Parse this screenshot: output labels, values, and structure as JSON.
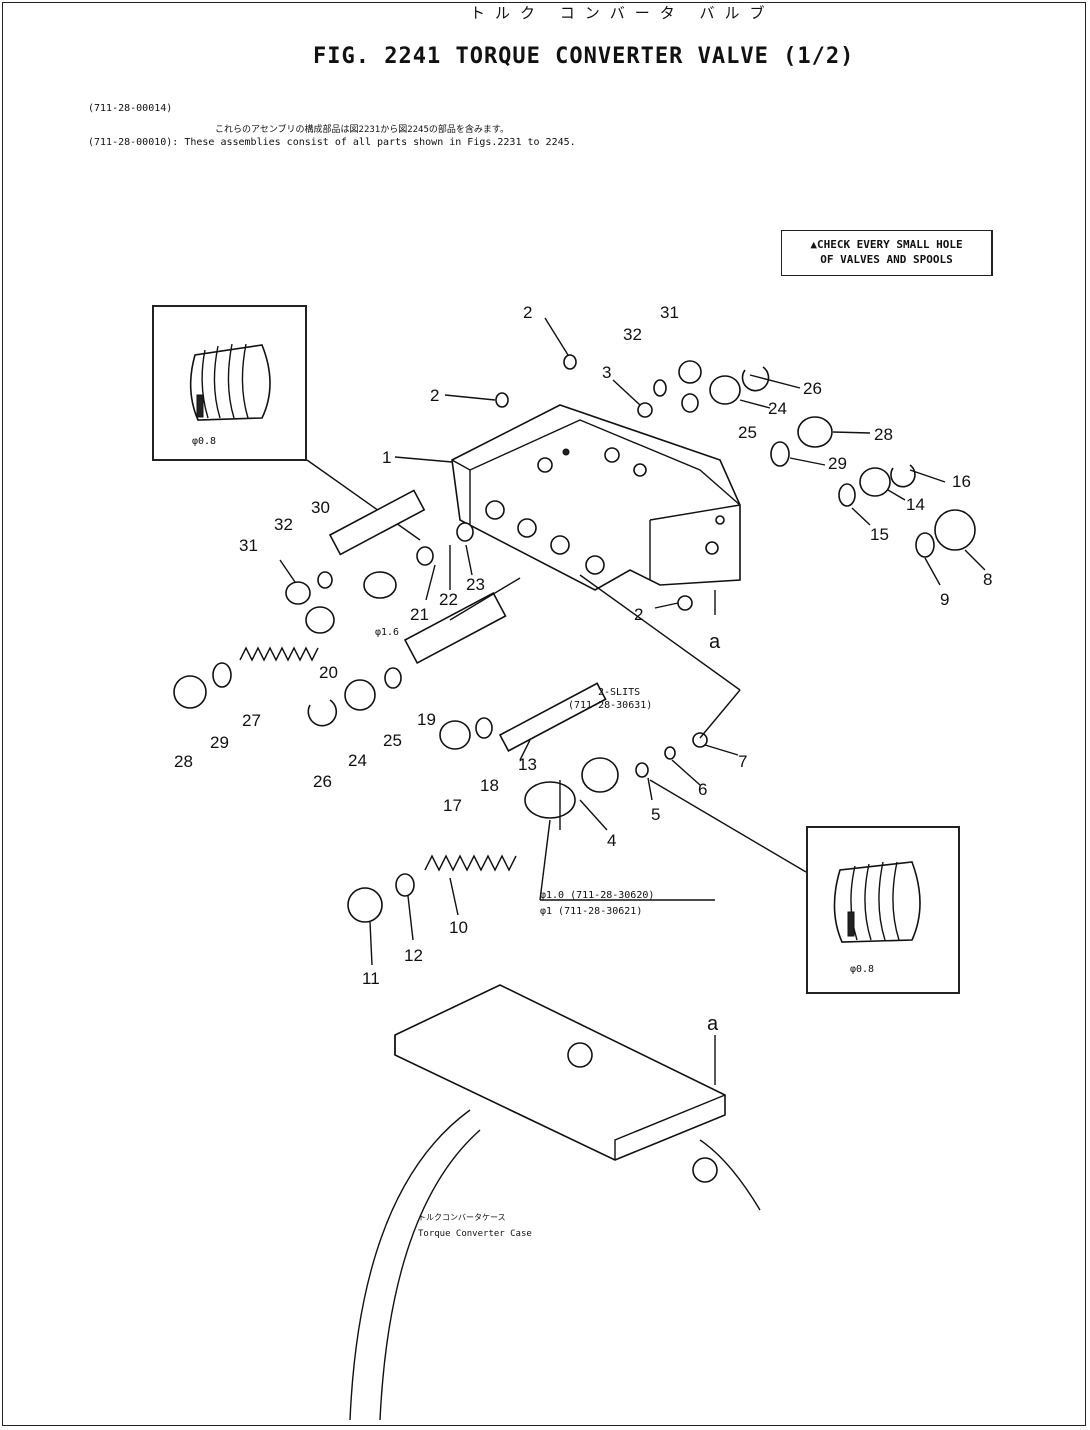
{
  "header": {
    "title_jp": "トルク コンバータ バルブ",
    "title": "FIG. 2241  TORQUE CONVERTER VALVE (1/2)",
    "note_line1": "(711-28-00014)",
    "note_line2_jp": "これらのアセンブリの構成部品は図2231から図2245の部品を含みます。",
    "note_line3": "(711-28-00010): These assemblies consist of all parts shown in Figs.2231 to 2245."
  },
  "warning": {
    "line1": "▲CHECK EVERY SMALL HOLE",
    "line2": "OF VALVES AND SPOOLS"
  },
  "insets": {
    "top_left_dim": "φ0.8",
    "bottom_right_dim": "φ0.8"
  },
  "annotations": {
    "slits_line1": "2-SLITS",
    "slits_line2": "(711-28-30631)",
    "dim_16": "φ1.6",
    "dim_line1": "φ1.0 (711-28-30620)",
    "dim_line2": "φ1   (711-28-30621)",
    "ref_a_top": "a",
    "ref_a_bottom": "a",
    "case_jp": "トルクコンバータケース",
    "case_en": "Torque Converter Case"
  },
  "parts": [
    {
      "id": "p1",
      "num": "1"
    },
    {
      "id": "p2a",
      "num": "2"
    },
    {
      "id": "p2b",
      "num": "2"
    },
    {
      "id": "p2c",
      "num": "2"
    },
    {
      "id": "p3",
      "num": "3"
    },
    {
      "id": "p4",
      "num": "4"
    },
    {
      "id": "p5",
      "num": "5"
    },
    {
      "id": "p6",
      "num": "6"
    },
    {
      "id": "p7",
      "num": "7"
    },
    {
      "id": "p8",
      "num": "8"
    },
    {
      "id": "p9",
      "num": "9"
    },
    {
      "id": "p10",
      "num": "10"
    },
    {
      "id": "p11",
      "num": "11"
    },
    {
      "id": "p12",
      "num": "12"
    },
    {
      "id": "p13",
      "num": "13"
    },
    {
      "id": "p14",
      "num": "14"
    },
    {
      "id": "p15",
      "num": "15"
    },
    {
      "id": "p16",
      "num": "16"
    },
    {
      "id": "p17",
      "num": "17"
    },
    {
      "id": "p18",
      "num": "18"
    },
    {
      "id": "p19",
      "num": "19"
    },
    {
      "id": "p20",
      "num": "20"
    },
    {
      "id": "p21",
      "num": "21"
    },
    {
      "id": "p22",
      "num": "22"
    },
    {
      "id": "p23",
      "num": "23"
    },
    {
      "id": "p24a",
      "num": "24"
    },
    {
      "id": "p24b",
      "num": "24"
    },
    {
      "id": "p25a",
      "num": "25"
    },
    {
      "id": "p25b",
      "num": "25"
    },
    {
      "id": "p26a",
      "num": "26"
    },
    {
      "id": "p26b",
      "num": "26"
    },
    {
      "id": "p27",
      "num": "27"
    },
    {
      "id": "p28a",
      "num": "28"
    },
    {
      "id": "p28b",
      "num": "28"
    },
    {
      "id": "p29a",
      "num": "29"
    },
    {
      "id": "p29b",
      "num": "29"
    },
    {
      "id": "p30",
      "num": "30"
    },
    {
      "id": "p31a",
      "num": "31"
    },
    {
      "id": "p31b",
      "num": "31"
    },
    {
      "id": "p32a",
      "num": "32"
    },
    {
      "id": "p32b",
      "num": "32"
    }
  ]
}
